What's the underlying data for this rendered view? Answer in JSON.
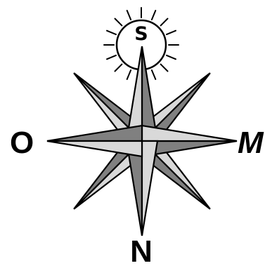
{
  "labels": {
    "top": "S",
    "bottom": "N",
    "left": "O",
    "right": "M"
  },
  "colors": {
    "dark": "#808080",
    "light": "#d9d9d9",
    "outline": "#000000",
    "background": "#ffffff",
    "sun_fill": "#ffffff"
  },
  "icons": [
    "sun-icon",
    "compass-rose-icon"
  ]
}
